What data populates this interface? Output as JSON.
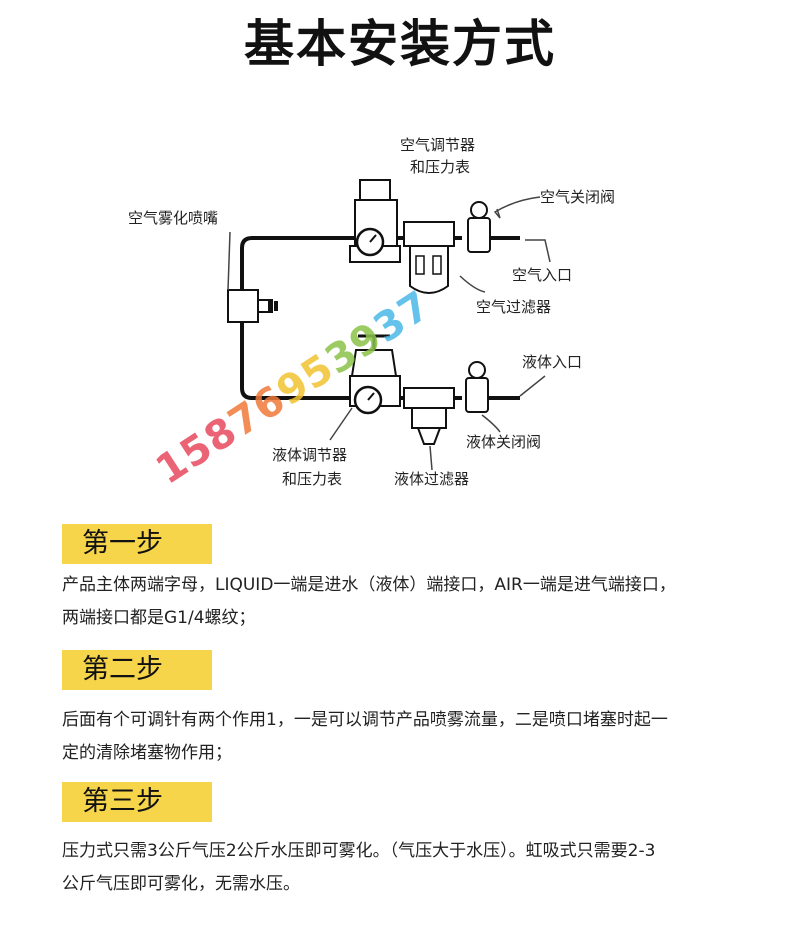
{
  "title": "基本安装方式",
  "diagram": {
    "labels": {
      "air_regulator_line1": "空气调节器",
      "air_regulator_line2": "和压力表",
      "air_shutoff_valve": "空气关闭阀",
      "air_nozzle": "空气雾化喷嘴",
      "air_inlet": "空气入口",
      "air_filter": "空气过滤器",
      "liquid_inlet": "液体入口",
      "liquid_shutoff_valve": "液体关闭阀",
      "liquid_regulator_line1": "液体调节器",
      "liquid_regulator_line2": "和压力表",
      "liquid_filter": "液体过滤器"
    },
    "watermark": {
      "text": "15876953937",
      "colors": [
        "#e84a5f",
        "#f07a3a",
        "#f2c230",
        "#8bc34a",
        "#4ab8e8"
      ]
    }
  },
  "steps": [
    {
      "label": "第一步",
      "line1": "产品主体两端字母，LIQUID一端是进水（液体）端接口，AIR一端是进气端接口，",
      "line2": "两端接口都是G1/4螺纹；"
    },
    {
      "label": "第二步",
      "line1": "后面有个可调针有两个作用1，一是可以调节产品喷雾流量，二是喷口堵塞时起一",
      "line2": "定的清除堵塞物作用；"
    },
    {
      "label": "第三步",
      "line1": "压力式只需3公斤气压2公斤水压即可雾化。（气压大于水压）。虹吸式只需要2-3",
      "line2": "公斤气压即可雾化，无需水压。"
    }
  ]
}
